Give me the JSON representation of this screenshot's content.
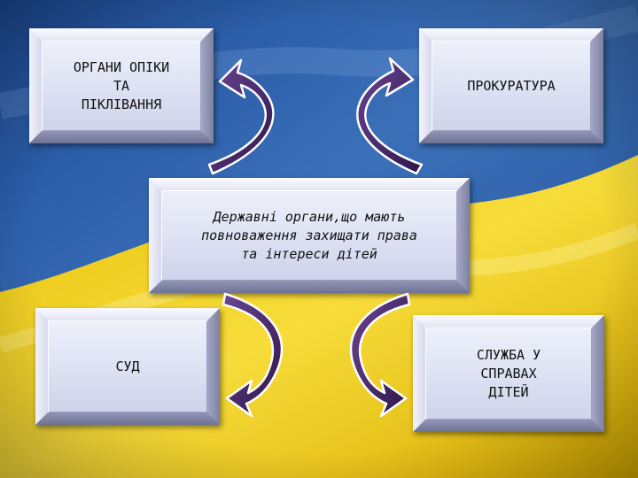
{
  "boxes": {
    "top_left": "ОРГАНИ ОПІКИ\nТА\nПІКЛІВАННЯ",
    "top_right": "ПРОКУРАТУРА",
    "center": "Державні органи,що  мають\nповноваження захищати права\nта інтереси дітей",
    "bottom_left": "СУД",
    "bottom_right": "СЛУЖБА У\nСПРАВАХ\nДІТЕЙ"
  },
  "colors": {
    "flag_blue": "#2f5fa8",
    "flag_yellow": "#f2cf1c",
    "arrow_fill": "#4b2a6e"
  },
  "icons": [
    "curved-arrow-icon"
  ]
}
